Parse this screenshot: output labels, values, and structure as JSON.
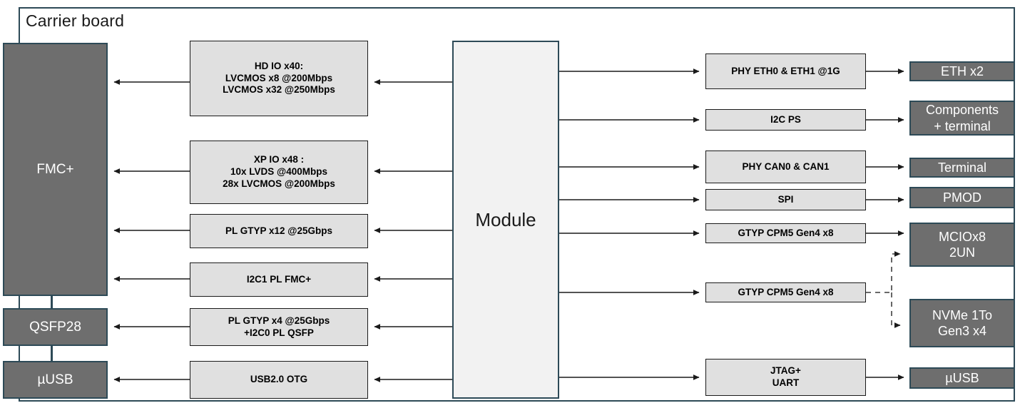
{
  "diagram": {
    "title": "Carrier board",
    "module": {
      "label": "Module"
    },
    "colors": {
      "board_outline": "#2d4a57",
      "connector_fill": "#6e6e6e",
      "interface_fill": "#e0e0e0",
      "module_fill": "#f2f2f2",
      "line": "#1a1a1a",
      "dashed_line": "#555555"
    },
    "left_connectors": [
      {
        "id": "fmc-plus",
        "label": "FMC+"
      },
      {
        "id": "qsfp28",
        "label": "QSFP28"
      },
      {
        "id": "usb-micro",
        "label": "µUSB"
      }
    ],
    "left_interfaces": [
      {
        "id": "hd-io",
        "lines": [
          "HD IO x40:",
          "LVCMOS x8 @200Mbps",
          "LVCMOS x32 @250Mbps"
        ]
      },
      {
        "id": "xp-io",
        "lines": [
          "XP IO x48 :",
          "10x LVDS @400Mbps",
          "28x LVCMOS @200Mbps"
        ]
      },
      {
        "id": "pl-gtyp-12",
        "lines": [
          "PL GTYP x12 @25Gbps"
        ]
      },
      {
        "id": "i2c1-pl",
        "lines": [
          "I2C1 PL FMC+"
        ]
      },
      {
        "id": "pl-gtyp-4",
        "lines": [
          "PL GTYP x4 @25Gbps",
          "+I2C0 PL QSFP"
        ]
      },
      {
        "id": "usb2-otg",
        "lines": [
          "USB2.0 OTG"
        ]
      }
    ],
    "right_interfaces": [
      {
        "id": "phy-eth",
        "lines": [
          "PHY ETH0 & ETH1 @1G"
        ]
      },
      {
        "id": "i2c-ps",
        "lines": [
          "I2C PS"
        ]
      },
      {
        "id": "phy-can",
        "lines": [
          "PHY CAN0 & CAN1"
        ]
      },
      {
        "id": "spi",
        "lines": [
          "SPI"
        ]
      },
      {
        "id": "gtyp-cpm5-a",
        "lines": [
          "GTYP CPM5 Gen4 x8"
        ]
      },
      {
        "id": "gtyp-cpm5-b",
        "lines": [
          "GTYP CPM5 Gen4 x8"
        ]
      },
      {
        "id": "jtag-uart",
        "lines": [
          "JTAG+",
          "UART"
        ]
      }
    ],
    "right_connectors": [
      {
        "id": "eth-x2",
        "lines": [
          "ETH x2"
        ]
      },
      {
        "id": "components",
        "lines": [
          "Components",
          "+ terminal"
        ]
      },
      {
        "id": "terminal",
        "lines": [
          "Terminal"
        ]
      },
      {
        "id": "pmod",
        "lines": [
          "PMOD"
        ]
      },
      {
        "id": "mcio",
        "lines": [
          "MCIOx8",
          "2UN"
        ]
      },
      {
        "id": "nvme",
        "lines": [
          "NVMe 1To",
          "Gen3 x4"
        ]
      },
      {
        "id": "usb-micro-r",
        "lines": [
          "µUSB"
        ]
      }
    ]
  }
}
